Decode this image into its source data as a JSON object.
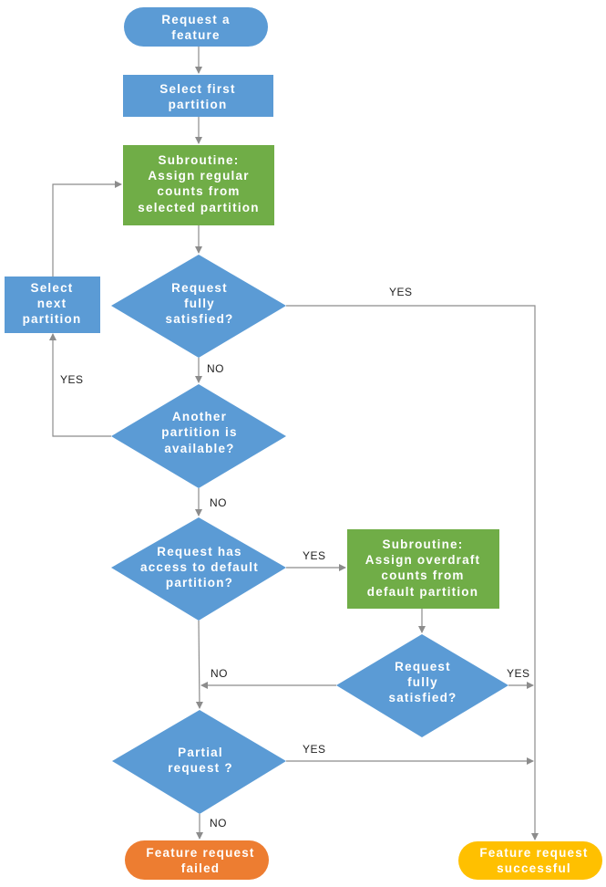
{
  "colors": {
    "process_blue": "#5b9bd5",
    "subroutine_green": "#70ad47",
    "fail_orange": "#ed7d31",
    "success_yellow": "#ffc000",
    "line_gray": "#8c8c8c"
  },
  "nodes": {
    "start": [
      "Request a",
      "feature"
    ],
    "select_first": [
      "Select first",
      "partition"
    ],
    "sub_regular": [
      "Subroutine:",
      "Assign regular",
      "counts from",
      "selected partition"
    ],
    "decision_satisfied_1": [
      "Request",
      "fully",
      "satisfied?"
    ],
    "select_next": [
      "Select",
      "next",
      "partition"
    ],
    "decision_another": [
      "Another",
      "partition is",
      "available?"
    ],
    "decision_default_access": [
      "Request has",
      "access to default",
      "partition?"
    ],
    "sub_overdraft": [
      "Subroutine:",
      "Assign overdraft",
      "counts from",
      "default partition"
    ],
    "decision_satisfied_2": [
      "Request",
      "fully",
      "satisfied?"
    ],
    "decision_partial": [
      "Partial",
      "request ?"
    ],
    "end_failed": [
      "Feature request",
      "failed"
    ],
    "end_success": [
      "Feature request",
      "successful"
    ]
  },
  "edge_labels": {
    "sat1_yes": "YES",
    "sat1_no": "NO",
    "another_yes": "YES",
    "another_no": "NO",
    "access_yes": "YES",
    "sat2_no": "NO",
    "sat2_yes": "YES",
    "partial_yes": "YES",
    "partial_no": "NO"
  }
}
